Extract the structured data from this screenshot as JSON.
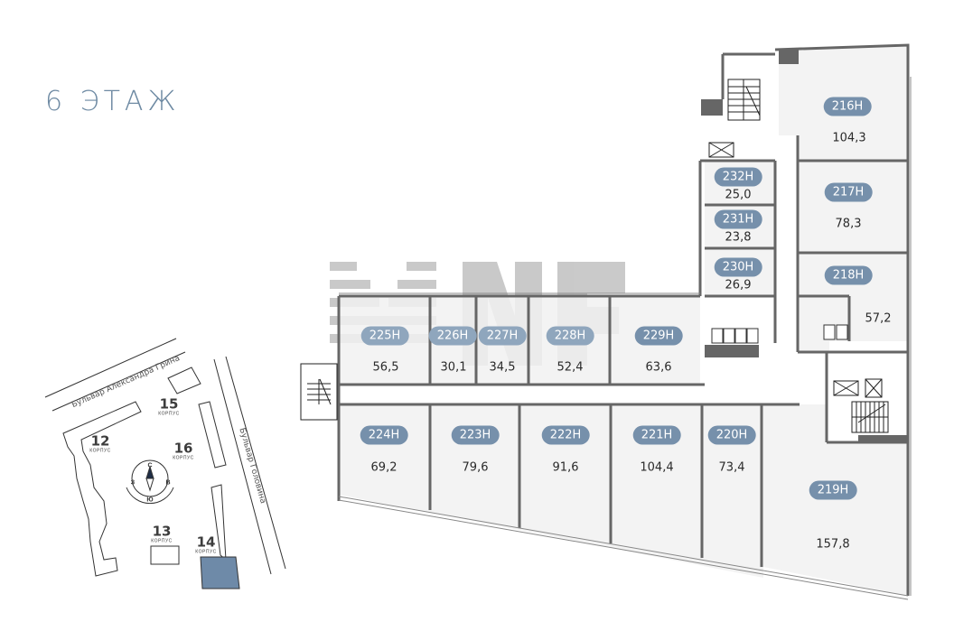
{
  "floor": {
    "title": "6 ЭТАЖ"
  },
  "units": [
    {
      "id": "216Н",
      "area": "104,3"
    },
    {
      "id": "217Н",
      "area": "78,3"
    },
    {
      "id": "218Н",
      "area": "57,2"
    },
    {
      "id": "219Н",
      "area": "157,8"
    },
    {
      "id": "220Н",
      "area": "73,4"
    },
    {
      "id": "221Н",
      "area": "104,4"
    },
    {
      "id": "222Н",
      "area": "91,6"
    },
    {
      "id": "223Н",
      "area": "79,6"
    },
    {
      "id": "224Н",
      "area": "69,2"
    },
    {
      "id": "225Н",
      "area": "56,5"
    },
    {
      "id": "226Н",
      "area": "30,1"
    },
    {
      "id": "227Н",
      "area": "34,5"
    },
    {
      "id": "228Н",
      "area": "52,4"
    },
    {
      "id": "229Н",
      "area": "63,6"
    },
    {
      "id": "230Н",
      "area": "26,9"
    },
    {
      "id": "231Н",
      "area": "23,8"
    },
    {
      "id": "232Н",
      "area": "25,0"
    }
  ],
  "site_map": {
    "streets": [
      "Бульвар Александра Грина",
      "Бульвар Головина"
    ],
    "buildings": [
      {
        "num": "12",
        "label": "КОРПУС"
      },
      {
        "num": "13",
        "label": "КОРПУС"
      },
      {
        "num": "14",
        "label": "КОРПУС"
      },
      {
        "num": "15",
        "label": "КОРПУС"
      },
      {
        "num": "16",
        "label": "КОРПУС"
      }
    ],
    "compass": {
      "north": "С",
      "south": "Ю",
      "east": "В",
      "west": "З"
    },
    "highlight_color": "#6e8aa8"
  },
  "watermark": {
    "text": "MNF"
  },
  "colors": {
    "badge": "#7690ab",
    "wall": "#666666",
    "room_fill": "#f1f1f1",
    "title": "#6e8aa3"
  }
}
